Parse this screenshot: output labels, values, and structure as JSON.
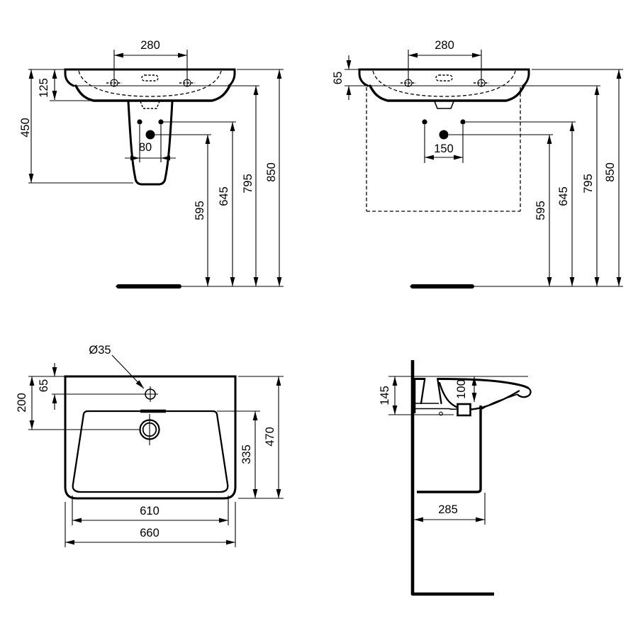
{
  "drawing": {
    "line_color": "#000000",
    "background": "#ffffff",
    "front_view_pedestal": {
      "taphole_spacing": "280",
      "rim_to_underside": "125",
      "pedestal_span": "450",
      "fixing_spacing": "80",
      "waste_height": "595",
      "supply_height": "645",
      "underside_height": "795",
      "rim_height": "850"
    },
    "front_view_wall": {
      "taphole_spacing": "280",
      "rim_thickness": "65",
      "supply_spacing": "150",
      "waste_height": "595",
      "supply_height": "645",
      "underside_height": "795",
      "rim_height": "850"
    },
    "plan_view": {
      "taphole_diameter": "Ø35",
      "taphole_offset": "65",
      "waste_offset": "200",
      "bowl_depth": "335",
      "overall_depth": "470",
      "bowl_width": "610",
      "overall_width": "660"
    },
    "side_view": {
      "front_edge_height": "145",
      "bowl_inner_depth": "100",
      "projection": "285"
    }
  }
}
